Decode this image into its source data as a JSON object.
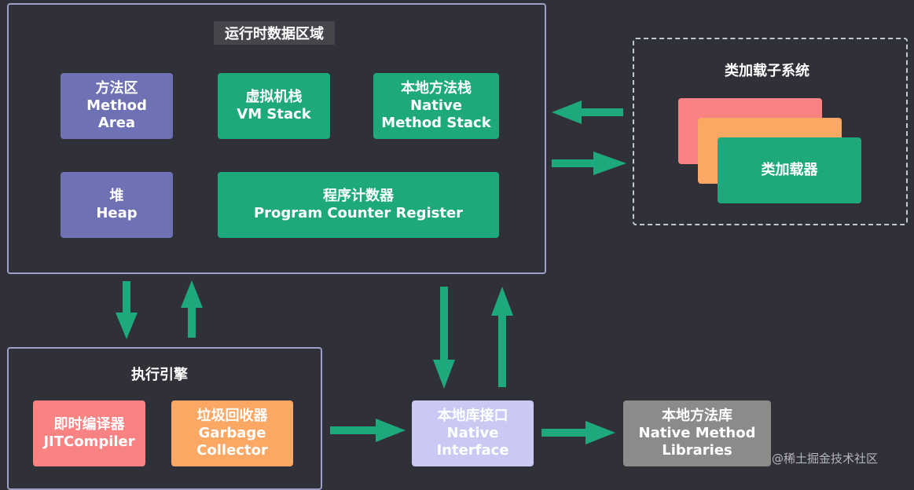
{
  "runtime_area": {
    "title": "运行时数据区域",
    "method_area": [
      "方法区",
      "Method",
      "Area"
    ],
    "vm_stack": [
      "虚拟机栈",
      "VM Stack"
    ],
    "native_method_stack": [
      "本地方法栈",
      "Native",
      "Method Stack"
    ],
    "heap": [
      "堆",
      "Heap"
    ],
    "program_counter": [
      "程序计数器",
      "Program Counter Register"
    ]
  },
  "class_loader_subsystem": {
    "title": "类加载子系统",
    "class_loader": "类加载器"
  },
  "execution_engine": {
    "title": "执行引擎",
    "jit_compiler": [
      "即时编译器",
      "JITCompiler"
    ],
    "garbage_collector": [
      "垃圾回收器",
      "Garbage",
      "Collector"
    ]
  },
  "native_interface": [
    "本地库接口",
    "Native",
    "Interface"
  ],
  "native_libraries": [
    "本地方法库",
    "Native Method",
    "Libraries"
  ],
  "watermark": "@稀土掘金技术社区",
  "colors": {
    "background": "#2f3038",
    "purple": "#6e72b4",
    "green": "#1ea97c",
    "red": "#f98383",
    "orange": "#fba865",
    "lavender": "#c9c9f4",
    "gray": "#8b8c8a",
    "arrow": "#1ea97c"
  }
}
